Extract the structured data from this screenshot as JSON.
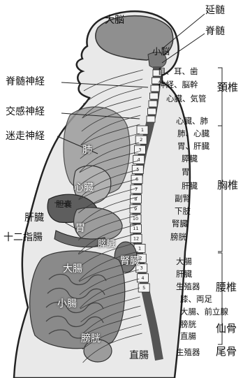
{
  "labels": {
    "cerebrum": "大脳",
    "medulla": "延髄",
    "spinal_cord": "脊髄",
    "cerebellum": "小脳",
    "spinal_nerve": "脊髄神経",
    "sympathetic_nerve": "交感神経",
    "vagus_nerve": "迷走神経",
    "lungs": "肺",
    "heart": "心臓",
    "gallbladder": "胆嚢",
    "liver": "肝臓",
    "stomach": "胃",
    "duodenum": "十二指腸",
    "pancreas": "膵臓",
    "kidney": "腎臓",
    "large_intestine": "大腸",
    "small_intestine": "小腸",
    "bladder": "膀胱",
    "rectum": "直腸"
  },
  "right_labels": {
    "cervical_1": "目、耳、歯",
    "cervical_2": "神経、脳幹",
    "cervical_3": "心臓、気管",
    "thoracic_1": "心臓、肺",
    "thoracic_2": "肺、心臓",
    "thoracic_3": "胃、肝臓",
    "thoracic_4": "膵臓",
    "thoracic_5": "胃",
    "thoracic_6": "肝臓",
    "thoracic_7": "副腎",
    "thoracic_8": "下肢",
    "thoracic_9": "腎臓",
    "thoracic_10": "膀胱",
    "lumbar_1": "大腸",
    "lumbar_2": "肝臓",
    "lumbar_3": "生殖器",
    "lumbar_4": "膝、両足",
    "lumbar_5": "大腸、前立腺",
    "sacral_1": "膀胱",
    "sacral_2": "直腸",
    "coccyx_1": "生殖器"
  },
  "regions": {
    "cervical": "頚椎",
    "thoracic": "胸椎",
    "lumbar": "腰椎",
    "sacrum": "仙骨",
    "coccyx": "尾骨"
  },
  "vertebra_numbers": [
    "1",
    "2",
    "3",
    "4",
    "5",
    "6",
    "7",
    "8",
    "9",
    "10",
    "11",
    "12",
    "1",
    "2",
    "3",
    "4",
    "5"
  ],
  "colors": {
    "body": "#e9e9e9",
    "outline": "#222222",
    "brain": "#8f8f8f",
    "organ": "#9c9c9c",
    "organ_dark": "#5e5e5e",
    "nerve": "#3a3a3a"
  }
}
